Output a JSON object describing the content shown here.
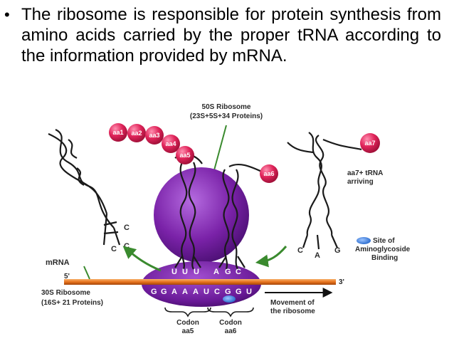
{
  "bullet": {
    "marker": "•",
    "text": "The ribosome is responsible for protein synthesis from amino acids carried by the proper tRNA according to the information provided by mRNA."
  },
  "diagram": {
    "large_subunit": {
      "title": "50S Ribosome",
      "detail": "(23S+5S+34 Proteins)"
    },
    "small_subunit": {
      "title": "30S Ribosome",
      "detail": "(16S+ 21 Proteins)"
    },
    "mrna_label": "mRNA",
    "five_prime": "5'",
    "three_prime": "3'",
    "codon_top": [
      "U",
      "U",
      "U",
      "A",
      "G",
      "C"
    ],
    "mrna_bases": [
      "G",
      "G",
      "A",
      "A",
      "A",
      "U",
      "C",
      "G",
      "G",
      "U"
    ],
    "amino_acids": [
      "aa1",
      "aa2",
      "aa3",
      "aa4",
      "aa5"
    ],
    "aa6": "aa6",
    "aa7": "aa7",
    "arriving_label_1": "aa7+ tRNA",
    "arriving_label_2": "arriving",
    "anticodon_left": [
      "C",
      "C",
      "C"
    ],
    "anticodon_right": [
      "C",
      "A",
      "G"
    ],
    "site_label": [
      "Site of",
      "Aminoglycoside",
      "Binding"
    ],
    "movement_label": [
      "Movement of",
      "the ribosome"
    ],
    "codon_left": {
      "title": "Codon",
      "aa": "aa5"
    },
    "codon_right": {
      "title": "Codon",
      "aa": "aa6"
    },
    "colors": {
      "ribosome_purple": "#7a22a8",
      "amino_acid_red": "#e0245a",
      "mrna_orange": "#e8731c",
      "arrow_green": "#3a8a2e",
      "site_blue": "#2f6fd0"
    }
  }
}
